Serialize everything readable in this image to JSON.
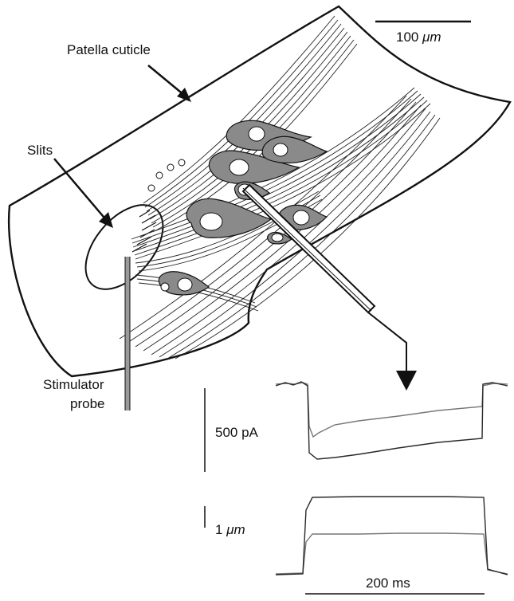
{
  "labels": {
    "patella": "Patella cuticle",
    "slits": "Slits",
    "stimulator_line1": "Stimulator",
    "stimulator_line2": "probe",
    "scale_100_num": "100 ",
    "scale_100_unit": "μm",
    "current_scale": "500 pA",
    "displacement_num": "1 ",
    "displacement_unit": "μm",
    "time_scale": "200 ms"
  },
  "colors": {
    "outline": "#111111",
    "neuron_fill": "#8a8a8a",
    "trace_dark": "#2a2a2a",
    "trace_gray": "#777777",
    "probe_gray": "#9a9a9a"
  }
}
